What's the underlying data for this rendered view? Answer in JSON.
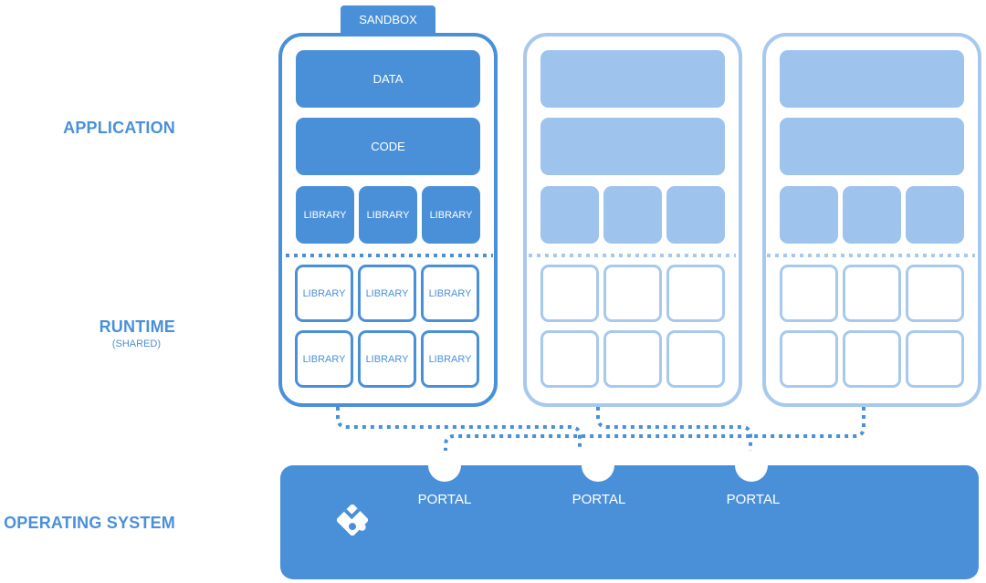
{
  "layers": {
    "application": "APPLICATION",
    "runtime": "RUNTIME",
    "runtime_sub": "(SHARED)",
    "os": "OPERATING SYSTEM"
  },
  "sandbox": {
    "tab_label": "SANDBOX",
    "data_label": "DATA",
    "code_label": "CODE",
    "app_libraries": [
      "LIBRARY",
      "LIBRARY",
      "LIBRARY"
    ],
    "runtime_libraries": [
      "LIBRARY",
      "LIBRARY",
      "LIBRARY",
      "LIBRARY",
      "LIBRARY",
      "LIBRARY"
    ]
  },
  "portals": [
    "PORTAL",
    "PORTAL",
    "PORTAL"
  ],
  "colors": {
    "accent": "#4a90d9",
    "accent_light": "#9ec3ec",
    "outline_light": "#a8c9ee"
  },
  "os_icon": "flatpak-logo-icon"
}
